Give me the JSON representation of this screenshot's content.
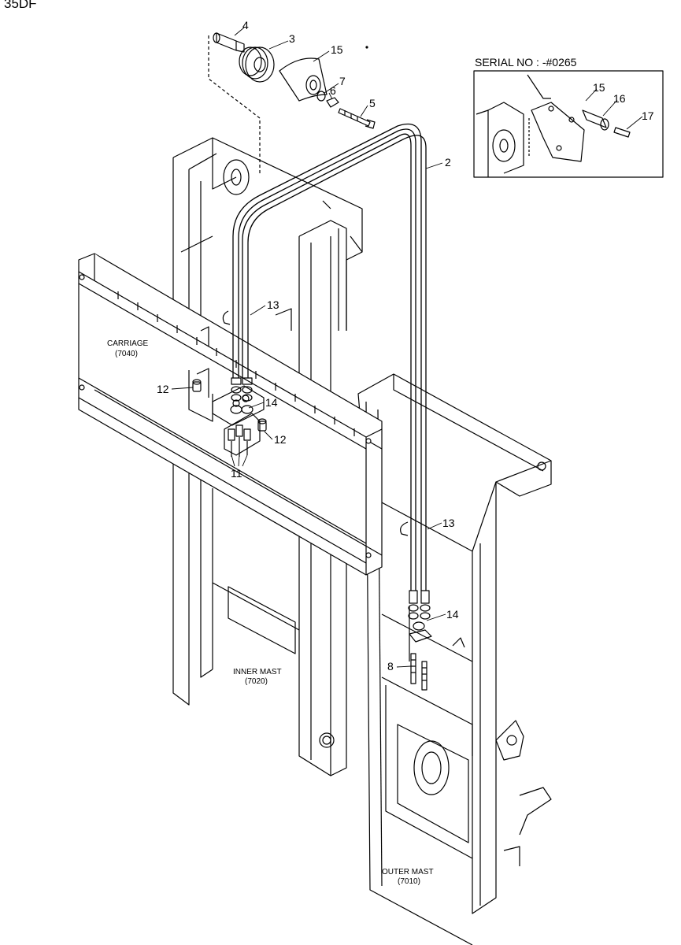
{
  "header": {
    "model": "35DF"
  },
  "inset": {
    "title": "SERIAL NO : -#0265"
  },
  "assemblies": {
    "carriage": {
      "name": "CARRIAGE",
      "code": "(7040)"
    },
    "inner_mast": {
      "name": "INNER MAST",
      "code": "(7020)"
    },
    "outer_mast": {
      "name": "OUTER MAST",
      "code": "(7010)"
    }
  },
  "callouts": {
    "c2": "2",
    "c3": "3",
    "c4": "4",
    "c5": "5",
    "c6": "6",
    "c7": "7",
    "c8": "8",
    "c11": "11",
    "c12a": "12",
    "c12b": "12",
    "c13a": "13",
    "c13b": "13",
    "c14a": "14",
    "c14b": "14",
    "c15a": "15",
    "c15b": "15",
    "c16": "16",
    "c17": "17"
  }
}
